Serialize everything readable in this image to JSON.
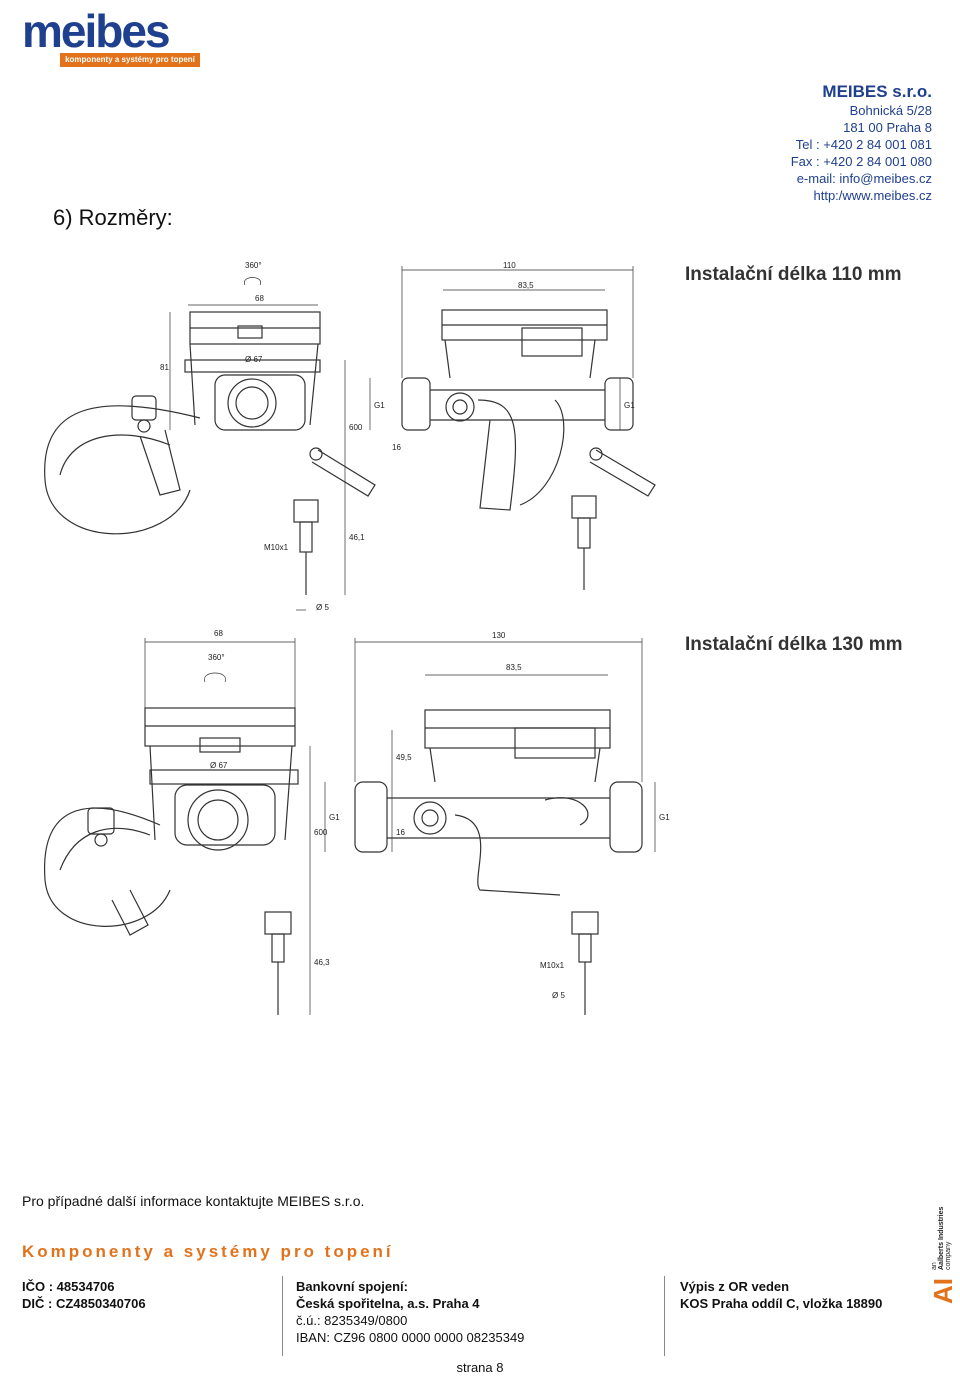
{
  "logo": {
    "wordmark": "meibes",
    "tagline": "komponenty a systémy pro topení"
  },
  "contact": {
    "company": "MEIBES s.r.o.",
    "street": "Bohnická 5/28",
    "city": "181 00 Praha 8",
    "tel": "Tel   :  +420 2 84 001 081",
    "fax": "Fax  :  +420 2 84 001 080",
    "email": "e-mail: info@meibes.cz",
    "web": "http:/www.meibes.cz"
  },
  "section_title": "6)  Rozměry:",
  "drawings": {
    "top": {
      "label": "Instalační délka 110 mm",
      "dims": {
        "rot": "360°",
        "w68": "68",
        "d67": "Ø 67",
        "h81": "81",
        "total": "110",
        "inner": "83,5",
        "g1": "G1",
        "r600": "600",
        "h461": "46,1",
        "m10": "M10x1",
        "d5": "Ø 5",
        "f16": "16"
      }
    },
    "bottom": {
      "label": "Instalační délka 130 mm",
      "dims": {
        "w68": "68",
        "rot": "360°",
        "d67": "Ø 67",
        "h495": "49,5",
        "total": "130",
        "inner": "83,5",
        "g1": "G1",
        "r600": "600",
        "h463": "46,3",
        "m10": "M10x1",
        "d5": "Ø 5",
        "f16": "16"
      }
    }
  },
  "footer": {
    "contact_note": "Pro případné další informace kontaktujte MEIBES s.r.o.",
    "tagline": "Komponenty a systémy pro topení",
    "ico": "IČO  :  48534706",
    "dic": "DIČ  :  CZ4850340706",
    "bank_title": "Bankovní spojení:",
    "bank_name": "Česká spořitelna, a.s. Praha 4",
    "account": "č.ú.: 8235349/0800",
    "iban": "IBAN:  CZ96 0800 0000 0000 08235349",
    "register_title": "Výpis z OR veden",
    "register": "KOS Praha oddíl C, vložka 18890",
    "ai_text_1": "an",
    "ai_text_2": "Aalberts Industries",
    "ai_text_3": "company",
    "ai_mark": "AI"
  },
  "page_number": "strana 8",
  "colors": {
    "brand_blue": "#1f3f8f",
    "brand_orange": "#e2731c"
  }
}
